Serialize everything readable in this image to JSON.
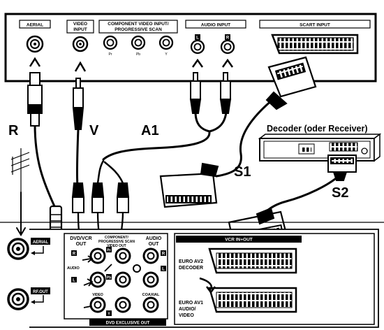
{
  "tv_panel": {
    "aerial": "AERIAL",
    "video_input_line1": "VIDEO",
    "video_input_line2": "INPUT",
    "component_line1": "COMPONENT VIDEO INPUT/",
    "component_line2": "PROGRESSIVE SCAN",
    "pr": "Pr",
    "pb": "Pb",
    "y": "Y",
    "audio_input": "AUDIO INPUT",
    "audio_l": "L",
    "audio_r": "R",
    "scart_input": "SCART INPUT"
  },
  "cables": {
    "r": "R",
    "v": "V",
    "a1": "A1",
    "s1": "S1",
    "s2": "S2"
  },
  "decoder": {
    "title": "Decoder (oder Receiver)"
  },
  "device_panel": {
    "aerial": "AERIAL",
    "rf_out": "RF.OUT",
    "dvd_vcr_out_line1": "DVD/VCR",
    "dvd_vcr_out_line2": "OUT",
    "component_line1": "COMPONENT/",
    "component_line2": "PROGRESSIVE SCAN",
    "component_line3": "VIDEO OUT",
    "audio_out_line1": "AUDIO",
    "audio_out_line2": "OUT",
    "audio_side": "AUDIO",
    "jack_r": "R",
    "jack_l": "L",
    "jack_pr": "Pr",
    "jack_pb": "Pb",
    "jack_y": "Y",
    "video": "VIDEO",
    "coaxial": "COAXIAL",
    "dvd_exclusive_out": "DVD EXCLUSIVE OUT",
    "vcr_in_out": "VCR IN+OUT",
    "euro_av2_line1": "EURO AV2",
    "euro_av2_line2": "DECODER",
    "euro_av1_line1": "EURO AV1",
    "euro_av1_line2": "AUDIO/",
    "euro_av1_line3": "VIDEO"
  }
}
